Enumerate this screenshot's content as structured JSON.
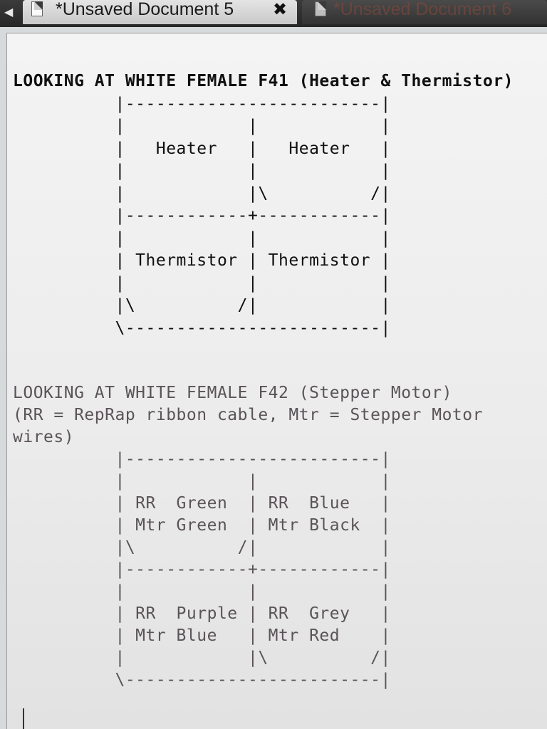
{
  "tabs": [
    {
      "label": "*Unsaved Document 5",
      "active": true
    },
    {
      "label": "*Unsaved Document 6",
      "active": false
    }
  ],
  "icons": {
    "scroll_left": "left-arrow-icon",
    "document": "document-icon",
    "close": "close-icon"
  },
  "document": {
    "f41_lines": [
      "LOOKING AT WHITE FEMALE F41 (Heater & Thermistor)",
      "          |-------------------------|",
      "          |            |            |",
      "          |   Heater   |   Heater   |",
      "          |            |            |",
      "          |            |\\          /|",
      "          |------------+------------|",
      "          |            |            |",
      "          | Thermistor | Thermistor |",
      "          |            |            |",
      "          |\\          /|            |",
      "          \\-------------------------|"
    ],
    "f42_lines": [
      "LOOKING AT WHITE FEMALE F42 (Stepper Motor)",
      "(RR = RepRap ribbon cable, Mtr = Stepper Motor",
      "wires)",
      "          |-------------------------|",
      "          |            |            |",
      "          | RR  Green  | RR  Blue   |",
      "          | Mtr Green  | Mtr Black  |",
      "          |\\          /|            |",
      "          |------------+------------|",
      "          |            |            |",
      "          | RR  Purple | RR  Grey   |",
      "          | Mtr Blue   | Mtr Red    |",
      "          |            |\\          /|",
      "          \\-------------------------|"
    ]
  },
  "colors": {
    "tabbar": "#2a2a2a",
    "editor_bg": "#efefef",
    "text_dark": "#101010",
    "text_faded": "#5a5458"
  }
}
